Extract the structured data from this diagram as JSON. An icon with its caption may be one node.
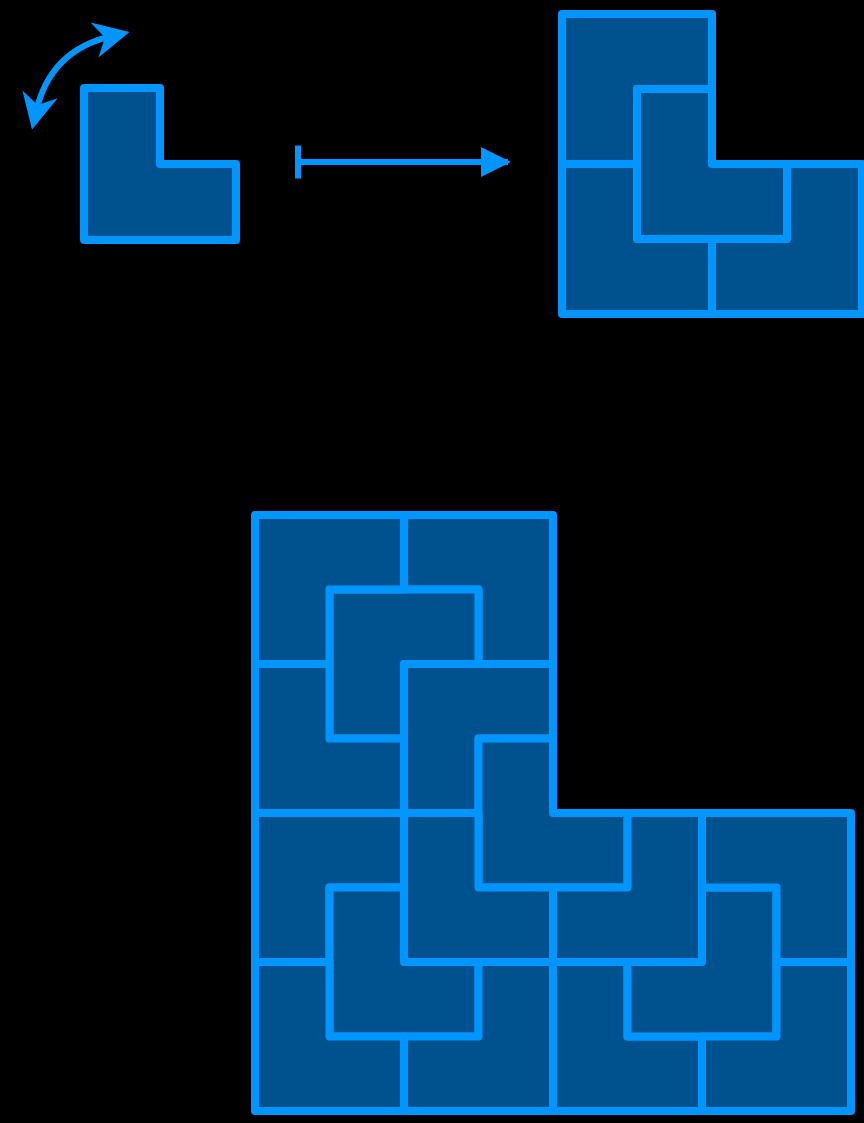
{
  "diagram": {
    "nodes": [
      {
        "text": [],
        "shape": "tile"
      },
      {
        "text": [],
        "shape": "tiling"
      },
      {
        "text": [],
        "shape": "tiling"
      }
    ],
    "edges": [
      {
        "from": 0,
        "to": 1,
        "arrow": "to"
      }
    ]
  }
}
